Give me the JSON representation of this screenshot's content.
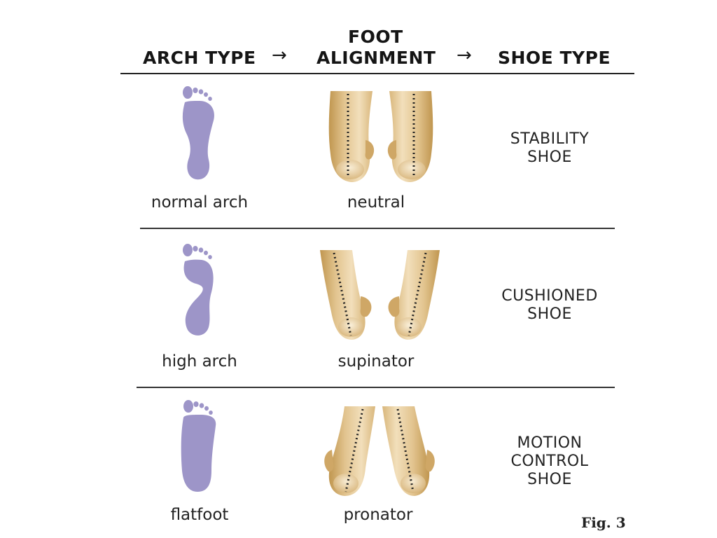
{
  "header": {
    "arch_type": "ARCH TYPE",
    "foot": "FOOT",
    "alignment": "ALIGNMENT",
    "shoe_type": "SHOE TYPE",
    "arrow": "→"
  },
  "rows": [
    {
      "arch": "normal arch",
      "alignment": "neutral",
      "shoe_line1": "STABILITY",
      "shoe_line2": "SHOE",
      "shoe_line3": ""
    },
    {
      "arch": "high arch",
      "alignment": "supinator",
      "shoe_line1": "CUSHIONED",
      "shoe_line2": "SHOE",
      "shoe_line3": ""
    },
    {
      "arch": "flatfoot",
      "alignment": "pronator",
      "shoe_line1": "MOTION",
      "shoe_line2": "CONTROL",
      "shoe_line3": "SHOE"
    }
  ],
  "figure_label": "Fig. 3",
  "colors": {
    "footprint": "#9d95c8",
    "skin": "#dfc08a",
    "skin_shadow": "#c29a5a",
    "skin_light": "#f3e1be"
  }
}
